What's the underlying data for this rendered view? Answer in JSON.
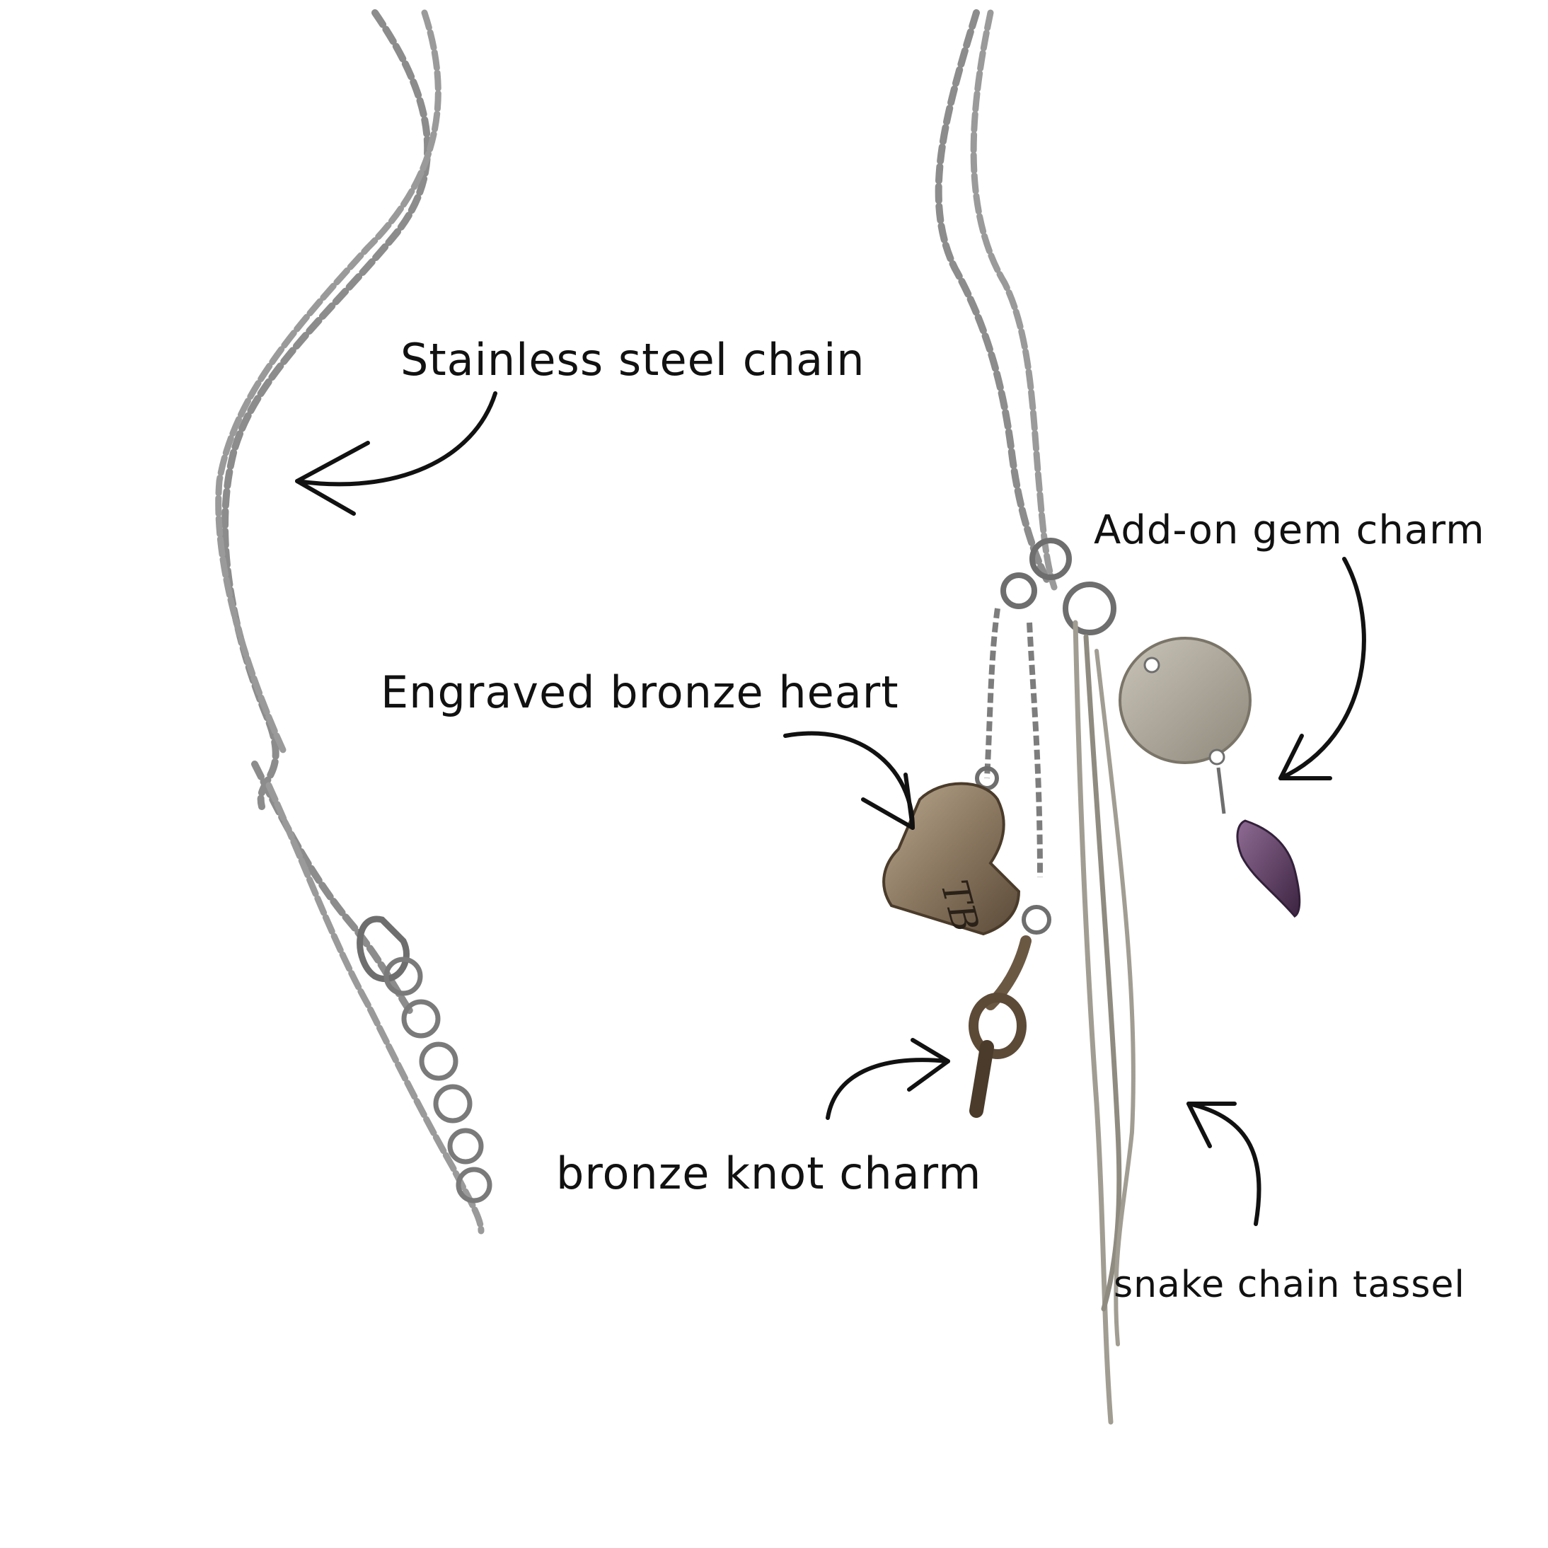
{
  "labels": {
    "stainless_chain": "Stainless steel chain",
    "bronze_heart": "Engraved bronze heart",
    "gem_charm": "Add-on gem charm",
    "knot_charm": "bronze knot charm",
    "snake_tassel": "snake chain tassel"
  },
  "heart_engraving": "TB",
  "colors": {
    "background": "#ffffff",
    "text": "#111111",
    "arrow": "#111111",
    "steel": "#8a8a8a",
    "bronze": "#8a7760",
    "gem": "#5b3a5e"
  }
}
